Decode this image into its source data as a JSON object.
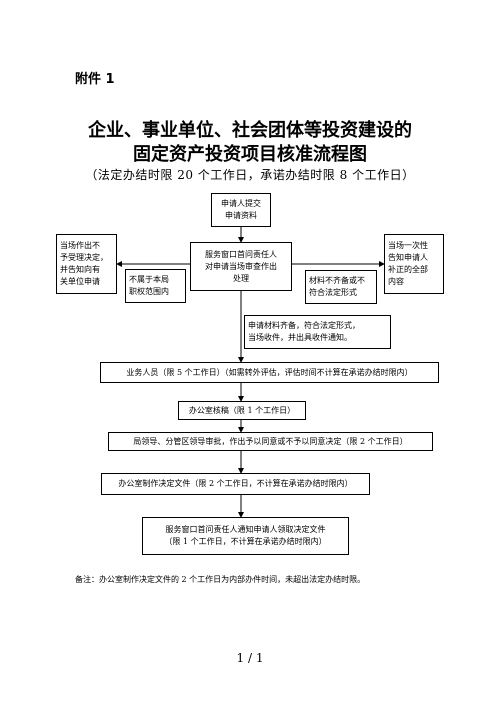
{
  "header": {
    "attachment": "附件 1",
    "title_line1": "企业、事业单位、社会团体等投资建设的",
    "title_line2": "固定资产投资项目核准流程图",
    "subtitle": "（法定办结时限 20 个工作日，承诺办结时限 8 个工作日）"
  },
  "flow": {
    "submit": "申请人提交\n申请资料",
    "window_review": "服务窗口首问责任人\n对申请当场审查作出\n处理",
    "reject_left": "当场作出不\n予受理决定，\n并告知向有\n关单位申请",
    "out_of_scope": "不属于本局\n职权范围内",
    "notify_right": "当场一次性\n告知申请人\n补正的全部\n内容",
    "incomplete": "材料不齐备或不\n符合法定形式",
    "complete": "申请材料齐备，符合法定形式，\n当场收件，并出具收件通知。",
    "staff": "业务人员（限 5 个工作日）（如需转外评估，评估时间不计算在承诺办结时限内）",
    "office_check": "办公室核稿（限 1 个工作日）",
    "leader_approval": "局领导、分管区领导审批，作出予以同意或不予以同意决定（限 2 个工作日）",
    "office_doc": "办公室制作决定文件（限 2 个工作日，不计算在承诺办结时限内）",
    "final_notice": "服务窗口首问责任人通知申请人领取决定文件\n（限 1 个工作日，不计算在承诺办结时限内）"
  },
  "footer": {
    "note": "备注：办公室制作决定文件的 2 个工作日为内部办件时间，未超出法定办结时限。",
    "page": "1 / 1"
  }
}
